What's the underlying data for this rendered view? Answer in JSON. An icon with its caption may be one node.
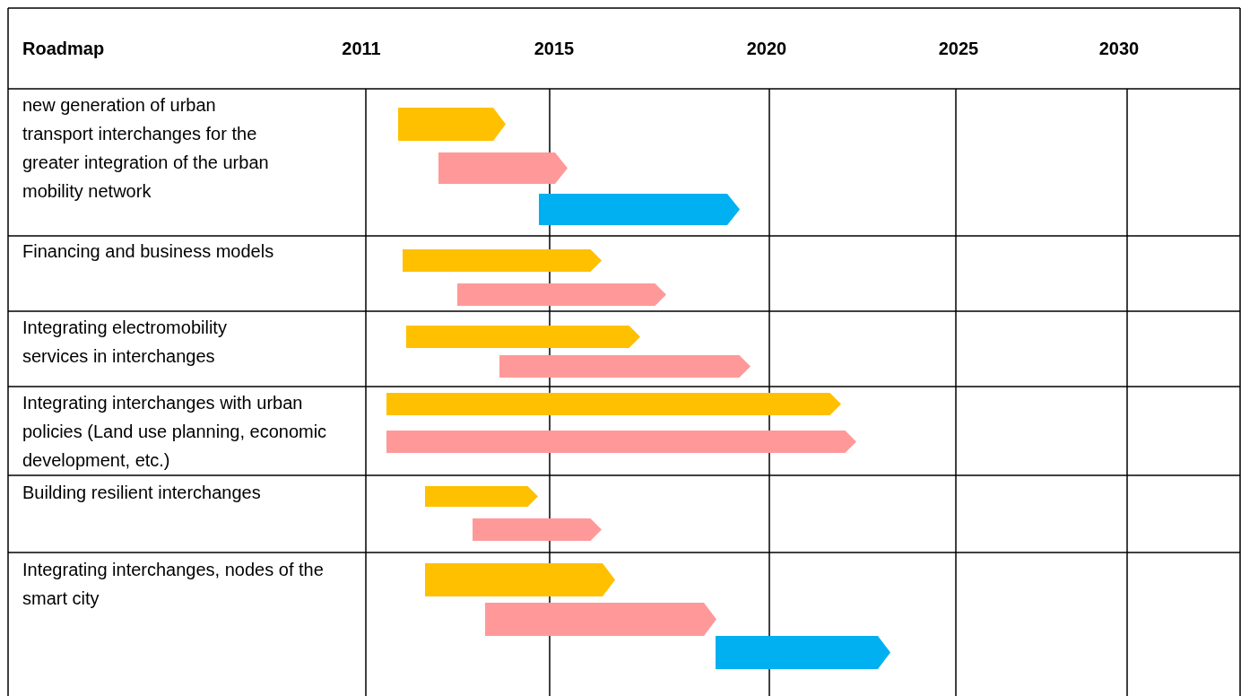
{
  "diagram": {
    "nodes": [
      {
        "text": [],
        "shape": "bar"
      },
      {
        "text": [],
        "shape": "bar"
      },
      {
        "text": [],
        "shape": "bar"
      },
      {
        "text": [],
        "shape": "bar"
      },
      {
        "text": [],
        "shape": "bar"
      },
      {
        "text": [],
        "shape": "bar"
      },
      {
        "text": [],
        "shape": "bar"
      },
      {
        "text": [],
        "shape": "bar"
      },
      {
        "text": [],
        "shape": "bar"
      },
      {
        "text": [],
        "shape": "bar"
      },
      {
        "text": [],
        "shape": "bar"
      },
      {
        "text": [],
        "shape": "bar"
      },
      {
        "text": [],
        "shape": "bar"
      },
      {
        "text": [],
        "shape": "bar"
      }
    ],
    "labels": [
      "Roadmap",
      "2011",
      "2015",
      "2020",
      "2025",
      "2030",
      "new generation of urban transport interchanges for the greater integration of the urban mobility network",
      "Financing and business models",
      "Integrating electromobility services in interchanges",
      "Integrating interchanges with urban policies (Land use planning, economic development, etc.)",
      "Building resilient interchanges",
      "Integrating interchanges, nodes of the smart city"
    ]
  }
}
